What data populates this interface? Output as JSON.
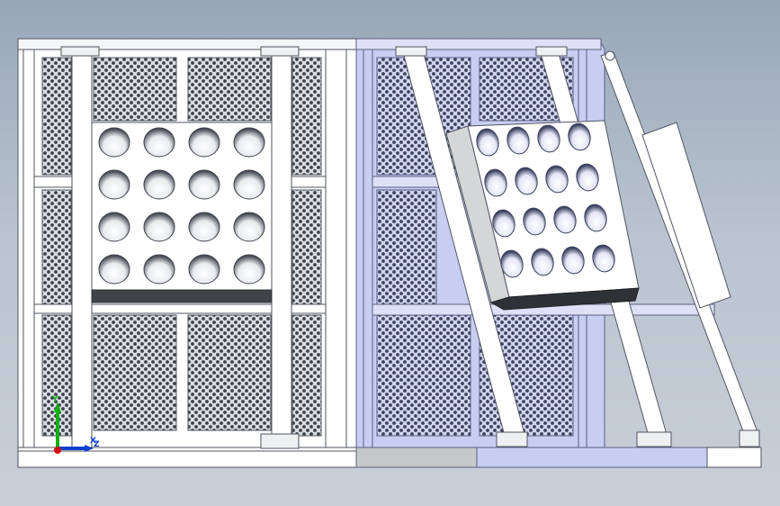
{
  "viewport": {
    "background_top": "#97a7b8",
    "background_bottom": "#c9cfd8"
  },
  "model": {
    "left_view": {
      "state": "closed-front",
      "panel_color": "#ffffff",
      "perforated_fill": "#d9dde3",
      "hole_color": "#3c4048",
      "bar_color": "#404448",
      "hole_rows": 4,
      "hole_cols": 4
    },
    "right_view": {
      "state": "tilted-open",
      "highlight_color": "#c8cdf2",
      "frame_stroke": "#5a5f80",
      "base_gray": "#c4c8c8",
      "hole_rows": 4,
      "hole_cols": 4
    }
  },
  "triad": {
    "x_label": "X",
    "y_label": "Y",
    "z_label": "Z",
    "x_color": "#1040d0",
    "y_color": "#10b010",
    "z_color": "#d01010"
  }
}
